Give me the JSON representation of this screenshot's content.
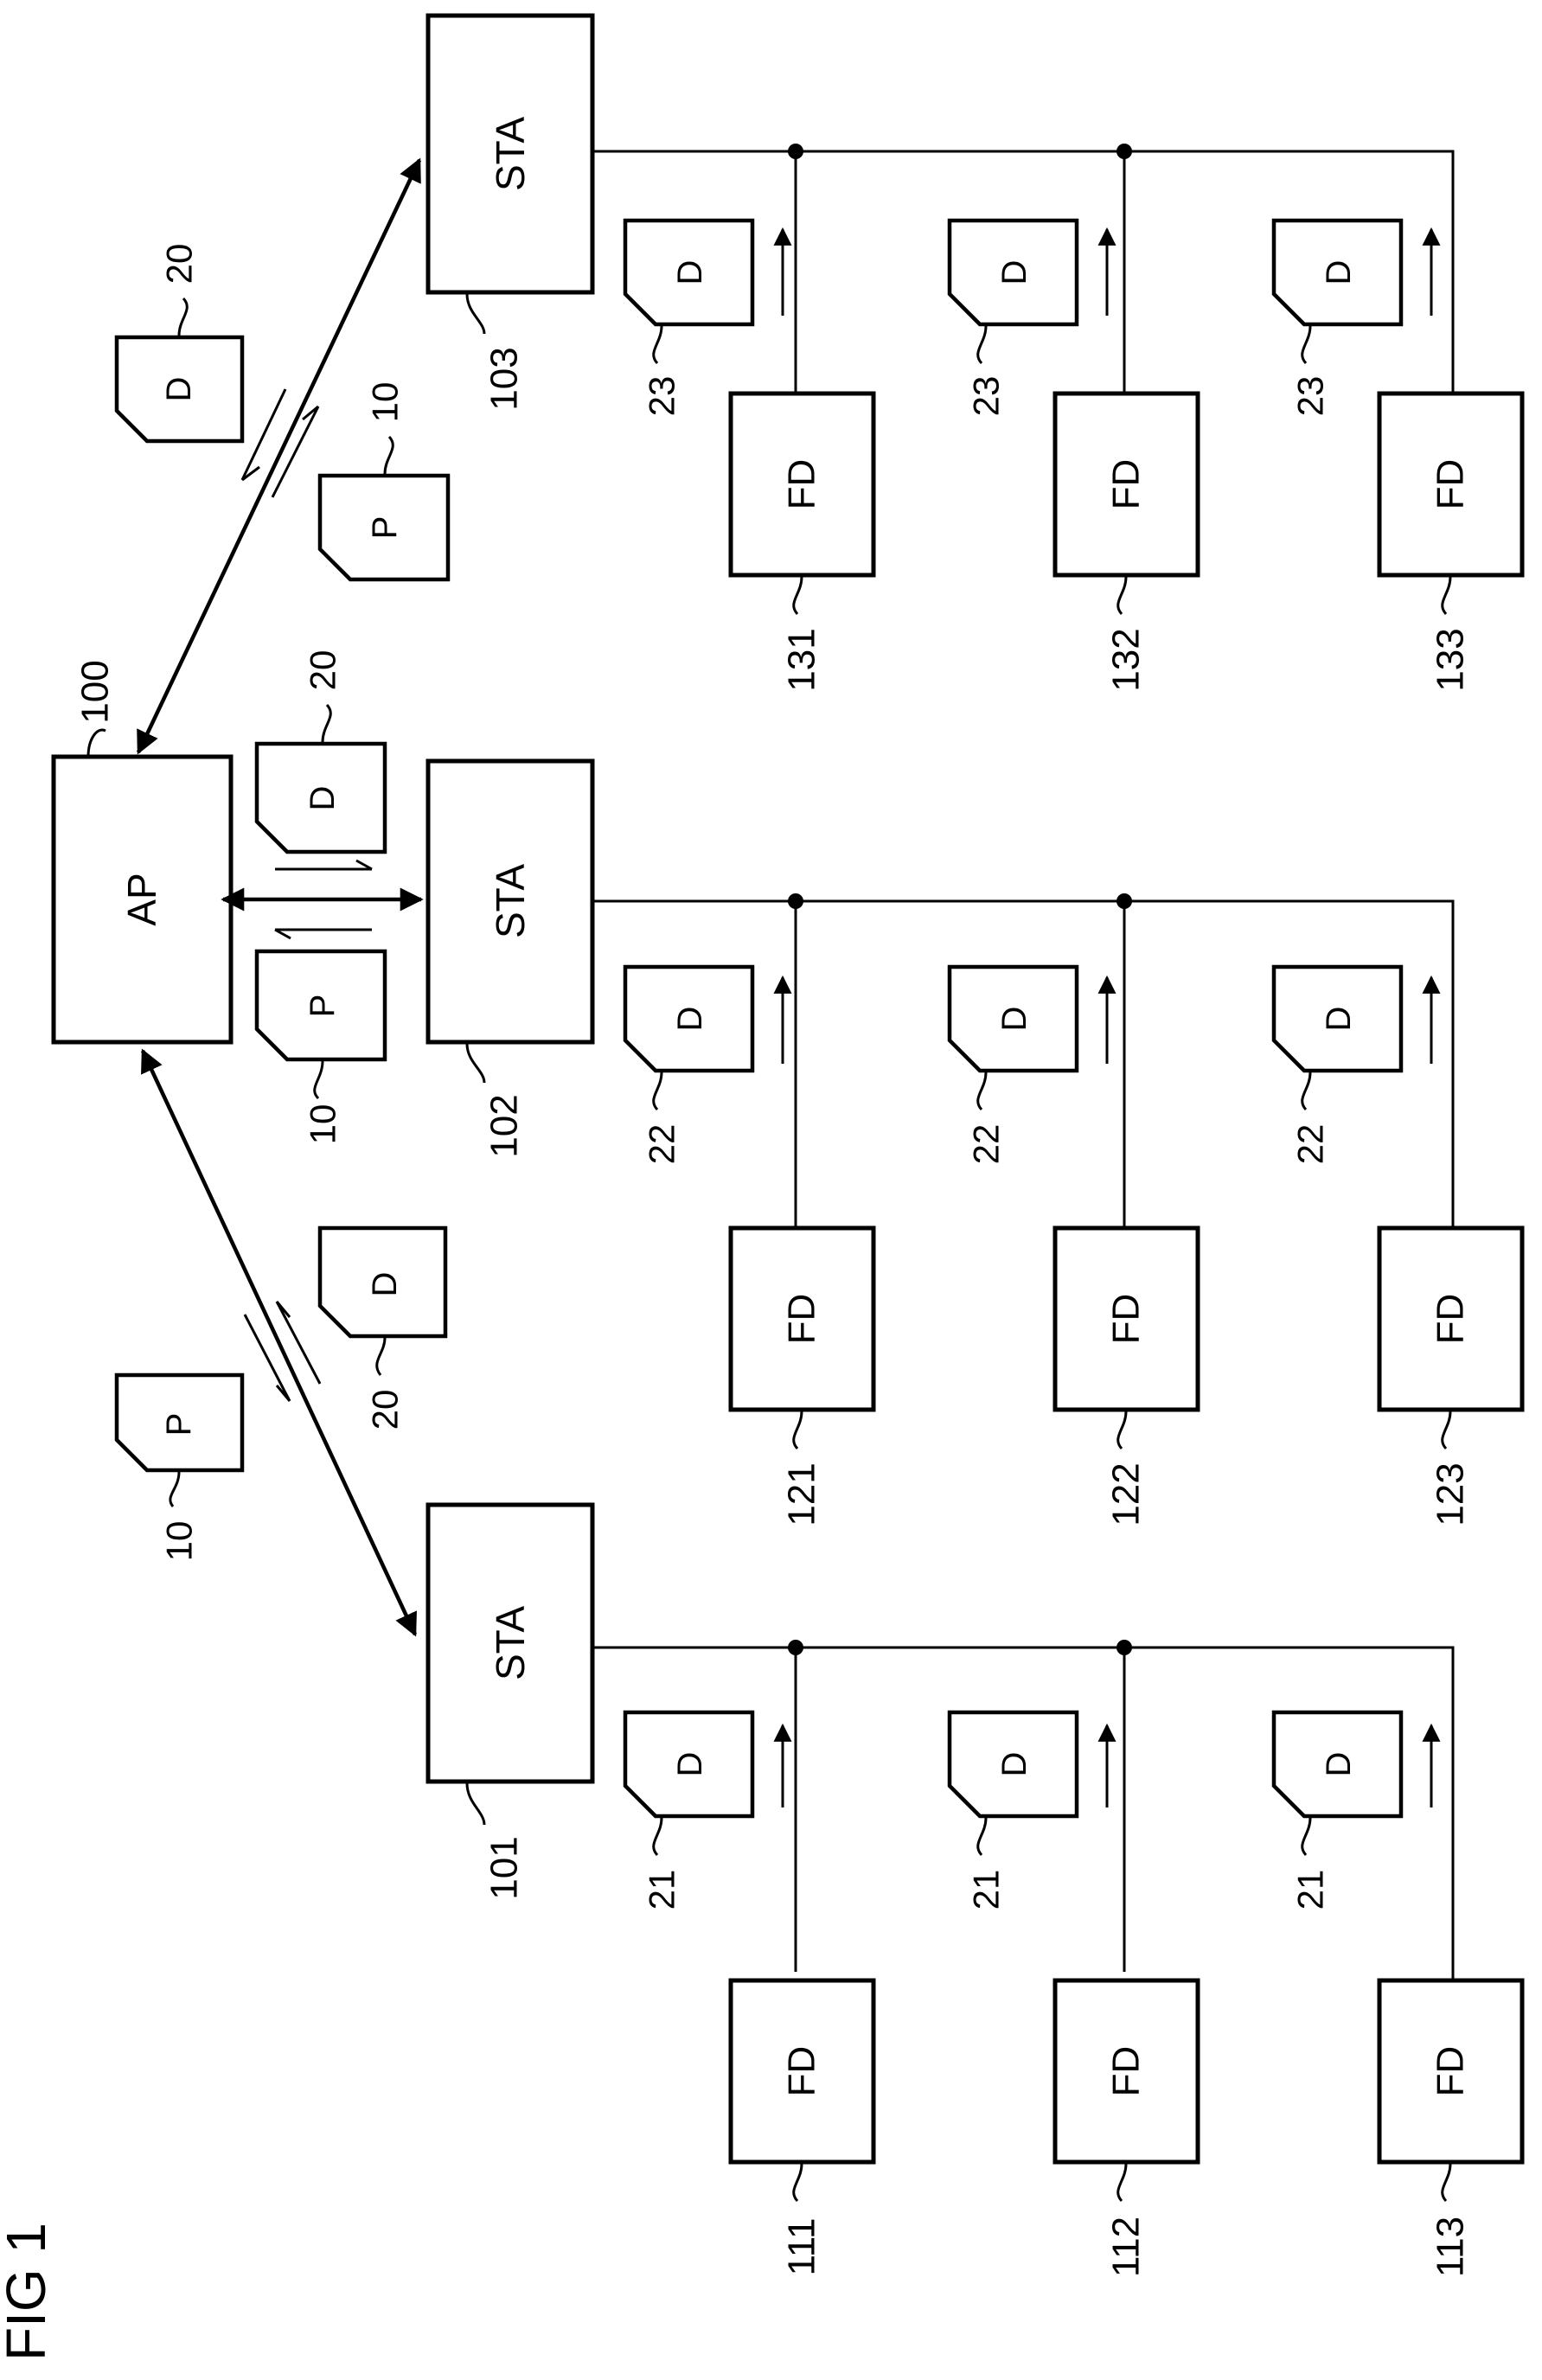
{
  "figure_label": "FIG 1",
  "access_point": {
    "label": "AP",
    "ref": "100"
  },
  "stations": [
    {
      "label": "STA",
      "ref": "101"
    },
    {
      "label": "STA",
      "ref": "102"
    },
    {
      "label": "STA",
      "ref": "103"
    }
  ],
  "field_devices": [
    {
      "label": "FD",
      "ref": "111"
    },
    {
      "label": "FD",
      "ref": "112"
    },
    {
      "label": "FD",
      "ref": "113"
    },
    {
      "label": "FD",
      "ref": "121"
    },
    {
      "label": "FD",
      "ref": "122"
    },
    {
      "label": "FD",
      "ref": "123"
    },
    {
      "label": "FD",
      "ref": "131"
    },
    {
      "label": "FD",
      "ref": "132"
    },
    {
      "label": "FD",
      "ref": "133"
    }
  ],
  "packets": {
    "poll": {
      "label": "P",
      "ref": "10"
    },
    "data_ap": {
      "label": "D",
      "ref": "20"
    },
    "data_group1": {
      "label": "D",
      "ref": "21"
    },
    "data_group2": {
      "label": "D",
      "ref": "22"
    },
    "data_group3": {
      "label": "D",
      "ref": "23"
    }
  }
}
